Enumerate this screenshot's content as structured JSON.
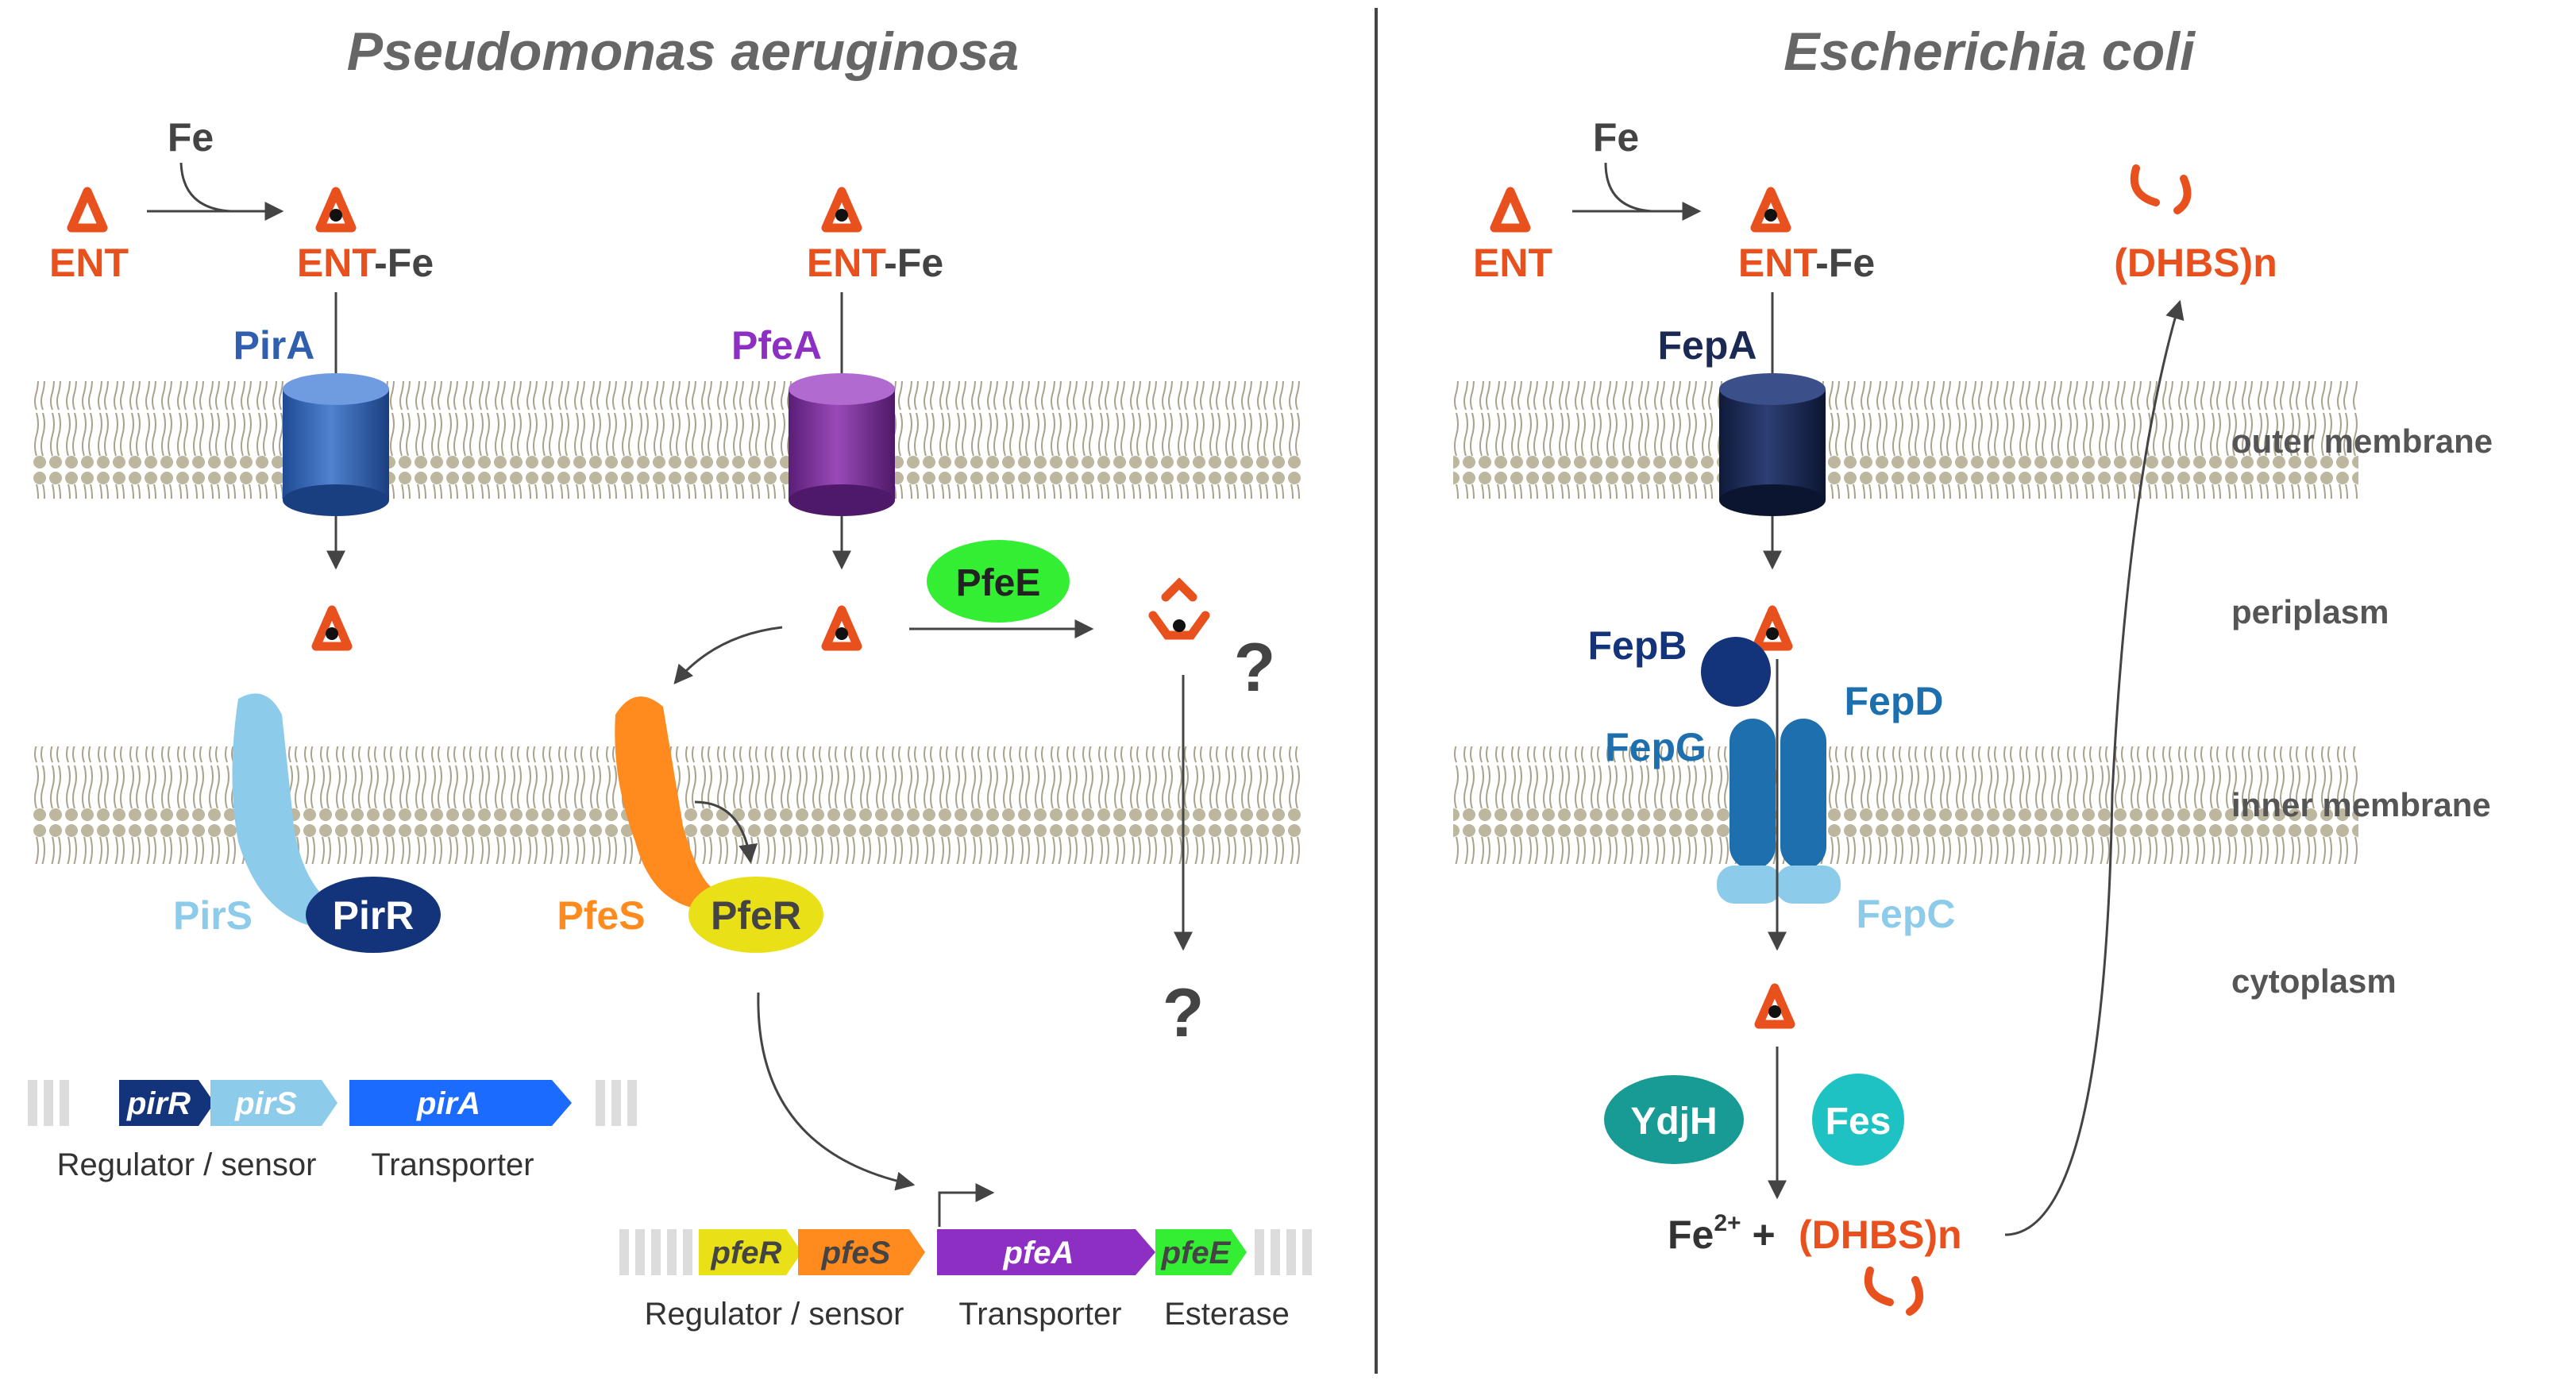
{
  "panels": {
    "left_title": "Pseudomonas aeruginosa",
    "right_title": "Escherichia coli"
  },
  "labels": {
    "fe": "Fe",
    "ent": "ENT",
    "ent_fe_prefix": "ENT",
    "ent_fe_suffix": "-Fe",
    "dhbs_n": "(DHBS)n",
    "question": "?",
    "fe2_prefix": "Fe",
    "fe2_charge": "2+",
    "plus": " + "
  },
  "proteins": {
    "pira": "PirA",
    "pfea": "PfeA",
    "pfee": "PfeE",
    "pirs": "PirS",
    "pirr": "PirR",
    "pfes": "PfeS",
    "pfer": "PfeR",
    "fepa": "FepA",
    "fepb": "FepB",
    "fepd": "FepD",
    "fepg": "FepG",
    "fepc": "FepC",
    "ydjh": "YdjH",
    "fes": "Fes"
  },
  "genes": {
    "pir": [
      "pirR",
      "pirS",
      "pirA"
    ],
    "pfe": [
      "pfeR",
      "pfeS",
      "pfeA",
      "pfeE"
    ]
  },
  "gene_labels": {
    "regulator_sensor": "Regulator / sensor",
    "transporter": "Transporter",
    "esterase": "Esterase"
  },
  "compartments": {
    "outer": "outer membrane",
    "periplasm": "periplasm",
    "inner": "inner membrane",
    "cytoplasm": "cytoplasm"
  },
  "colors": {
    "ent": "#e8501d",
    "pira": "#2f5fae",
    "pfea": "#7b2d9a",
    "fepa": "#1a2a55",
    "pfee": "#33ee33",
    "pirs": "#8ccbea",
    "pirr": "#13337a",
    "pfes": "#ff8a1e",
    "pfer": "#eae018",
    "fepb": "#13337a",
    "fepdg": "#1d6fae",
    "fepc": "#8ccbea",
    "ydjh": "#179b94",
    "fes": "#1fc2c2",
    "membrane": "#bdb7a0"
  }
}
